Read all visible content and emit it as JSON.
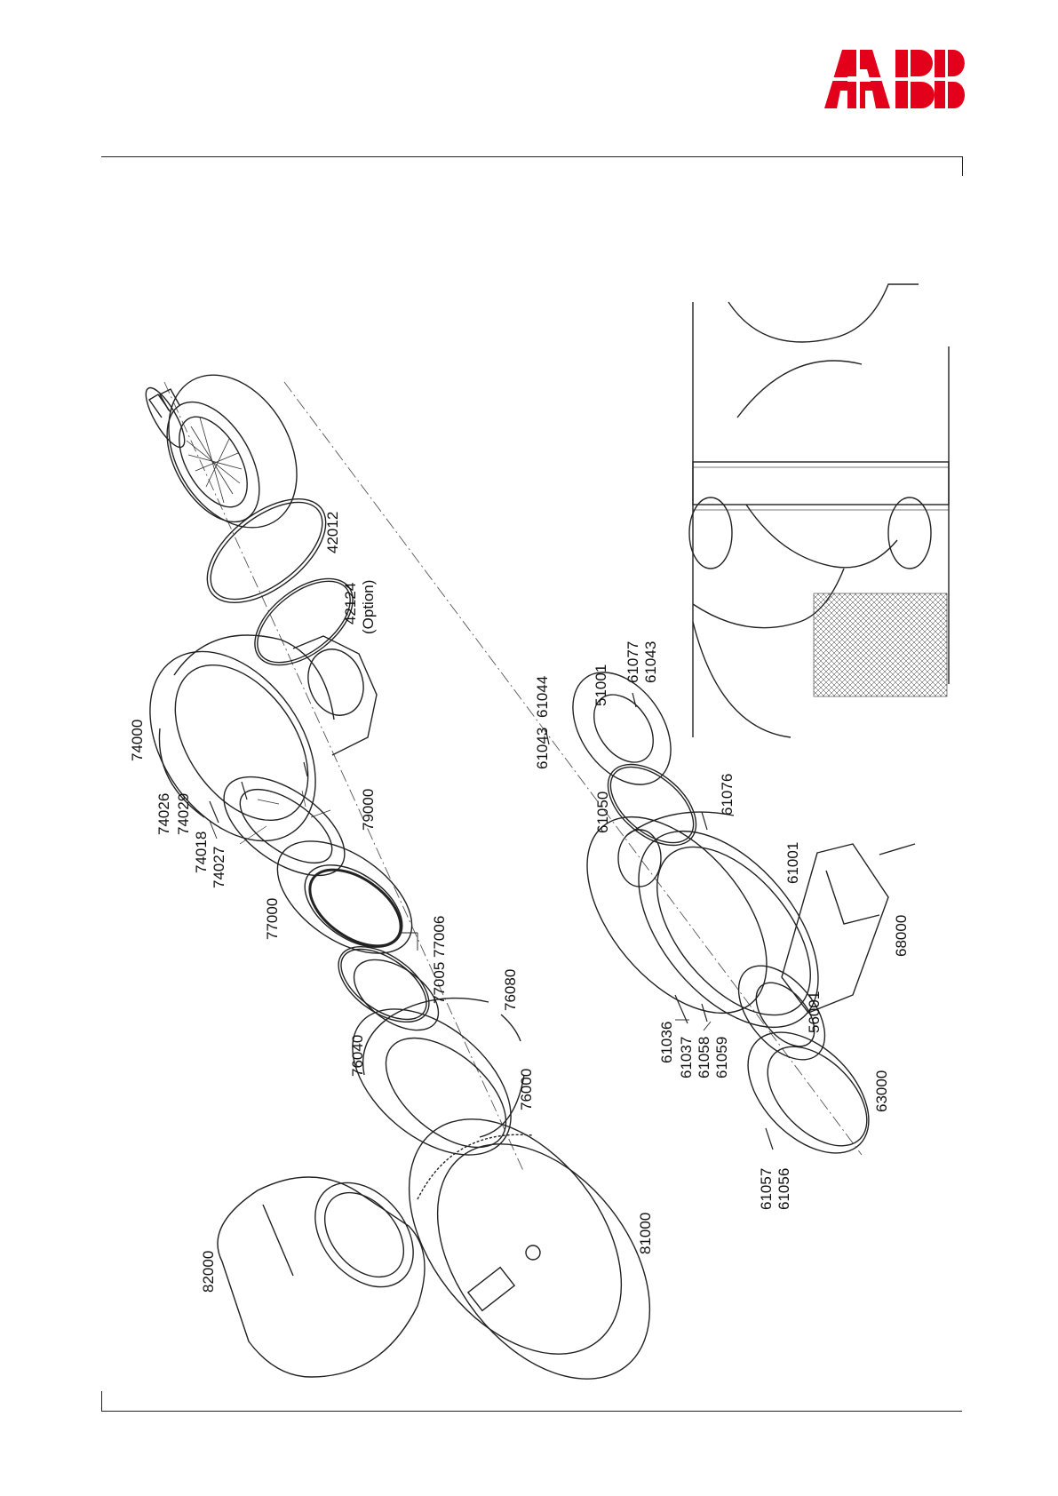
{
  "brand": {
    "name": "ABB",
    "color": "#e2001a"
  },
  "diagram": {
    "labels": {
      "p42012": "42012",
      "p42124": "42124",
      "p42124_note": "(Option)",
      "p74000": "74000",
      "p74026": "74026",
      "p74029": "74029",
      "p74018": "74018",
      "p74027": "74027",
      "p79000": "79000",
      "p77000": "77000",
      "p77006": "77006",
      "p77005": "77005",
      "p76080": "76080",
      "p76040": "76040",
      "p76000": "76000",
      "p82000": "82000",
      "p81000": "81000",
      "p61043a": "61043",
      "p61044": "61044",
      "p51001": "51001",
      "p61077": "61077",
      "p61043b": "61043",
      "p61050": "61050",
      "p61076": "61076",
      "p61001": "61001",
      "p68000": "68000",
      "p61036": "61036",
      "p61037": "61037",
      "p61058": "61058",
      "p61059": "61059",
      "p56001": "56001",
      "p63000": "63000",
      "p61057": "61057",
      "p61056": "61056"
    }
  }
}
